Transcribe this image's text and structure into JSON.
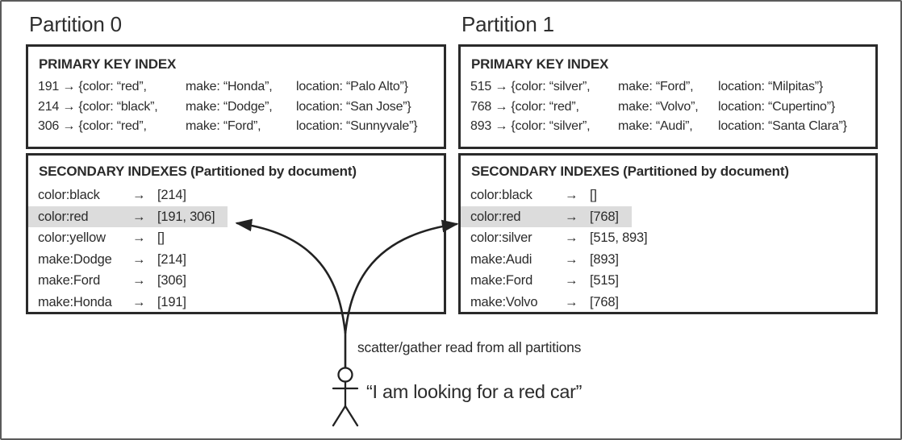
{
  "figure": {
    "partitions": [
      {
        "title": "Partition 0",
        "primary_index": {
          "header": "PRIMARY KEY INDEX",
          "rows": [
            [
              "191 → {color: “red”,",
              "make: “Honda”,",
              "location: “Palo Alto”}"
            ],
            [
              "214 → {color: “black”,",
              "make: “Dodge”,",
              "location: “San Jose”}"
            ],
            [
              "306 → {color: “red”,",
              "make: “Ford”,",
              "location: “Sunnyvale”}"
            ]
          ]
        },
        "secondary_indexes": {
          "header": "SECONDARY INDEXES (Partitioned by document)",
          "rows": [
            {
              "key": "color:black",
              "arrow": "→",
              "value": "[214]",
              "highlighted": false
            },
            {
              "key": "color:red",
              "arrow": "→",
              "value": "[191, 306]",
              "highlighted": true
            },
            {
              "key": "color:yellow",
              "arrow": "→",
              "value": "[]",
              "highlighted": false
            },
            {
              "key": "make:Dodge",
              "arrow": "→",
              "value": "[214]",
              "highlighted": false
            },
            {
              "key": "make:Ford",
              "arrow": "→",
              "value": "[306]",
              "highlighted": false
            },
            {
              "key": "make:Honda",
              "arrow": "→",
              "value": "[191]",
              "highlighted": false
            }
          ]
        }
      },
      {
        "title": "Partition 1",
        "primary_index": {
          "header": "PRIMARY KEY INDEX",
          "rows": [
            [
              "515 → {color: “silver”,",
              "make: “Ford”,",
              "location: “Milpitas”}"
            ],
            [
              "768 → {color: “red”,",
              "make: “Volvo”,",
              "location: “Cupertino”}"
            ],
            [
              "893 → {color: “silver”,",
              "make: “Audi”,",
              "location: “Santa Clara”}"
            ]
          ]
        },
        "secondary_indexes": {
          "header": "SECONDARY INDEXES (Partitioned by document)",
          "rows": [
            {
              "key": "color:black",
              "arrow": "→",
              "value": "[]",
              "highlighted": false
            },
            {
              "key": "color:red",
              "arrow": "→",
              "value": "[768]",
              "highlighted": true
            },
            {
              "key": "color:silver",
              "arrow": "→",
              "value": "[515, 893]",
              "highlighted": false
            },
            {
              "key": "make:Audi",
              "arrow": "→",
              "value": "[893]",
              "highlighted": false
            },
            {
              "key": "make:Ford",
              "arrow": "→",
              "value": "[515]",
              "highlighted": false
            },
            {
              "key": "make:Volvo",
              "arrow": "→",
              "value": "[768]",
              "highlighted": false
            }
          ]
        }
      }
    ],
    "annotations": {
      "scatter_gather_label": "scatter/gather read from all partitions",
      "user_quote": "“I am looking for a red car”"
    },
    "colors": {
      "highlight_row": "#dcdcdc",
      "ink": "#2b2b2b",
      "box_border": "#2a2a2a"
    }
  }
}
